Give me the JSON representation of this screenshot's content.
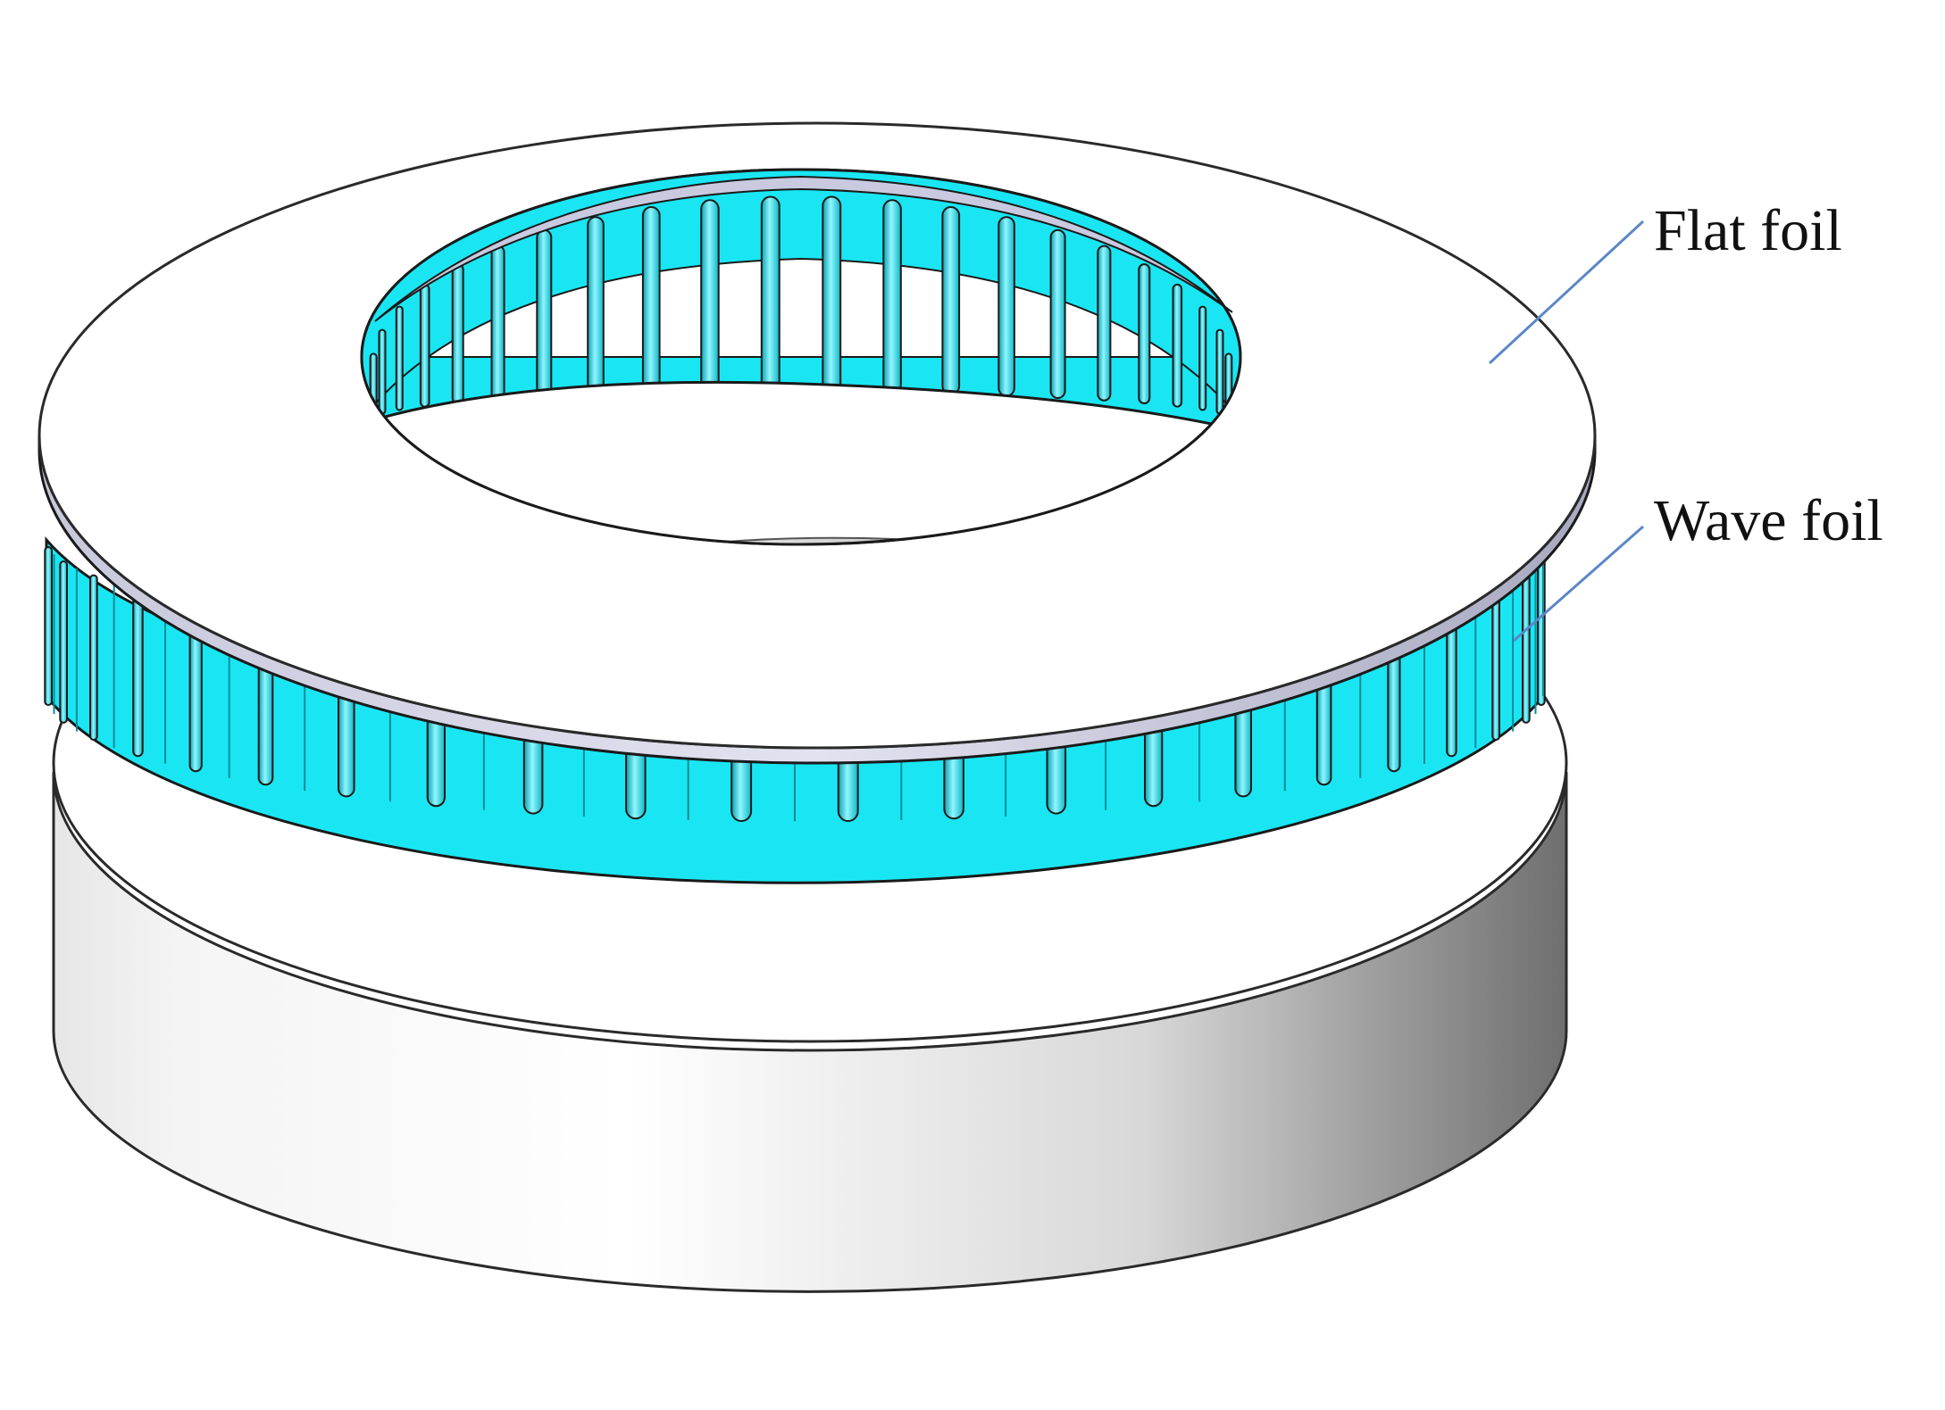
{
  "labels": {
    "flat_foil": "Flat foil",
    "wave_foil": "Wave foil"
  },
  "colors": {
    "foil_cyan": "#19e6f2",
    "foil_dark": "#0aa3b4",
    "surface_white": "#ffffff",
    "shade_grey": "#9a9a9a",
    "outline": "#2a2a2a",
    "leader_line": "#5b87c7"
  },
  "diagram": {
    "components": [
      "base-housing",
      "wave-foil-ring",
      "flat-foil-disk"
    ],
    "wave_foil_bump_count": 44
  }
}
